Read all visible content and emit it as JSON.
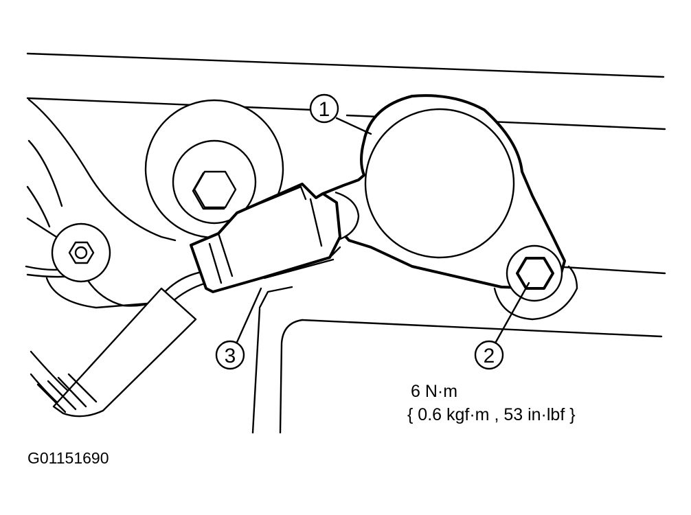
{
  "callouts": [
    {
      "number": "1",
      "part": "sensor-bracket"
    },
    {
      "number": "2",
      "part": "bracket-bolt"
    },
    {
      "number": "3",
      "part": "sensor-connector"
    }
  ],
  "torque": {
    "line1": "6 N·m",
    "line2": "{ 0.6 kgf·m , 53 in·lbf }"
  },
  "figure_code": "G01151690"
}
